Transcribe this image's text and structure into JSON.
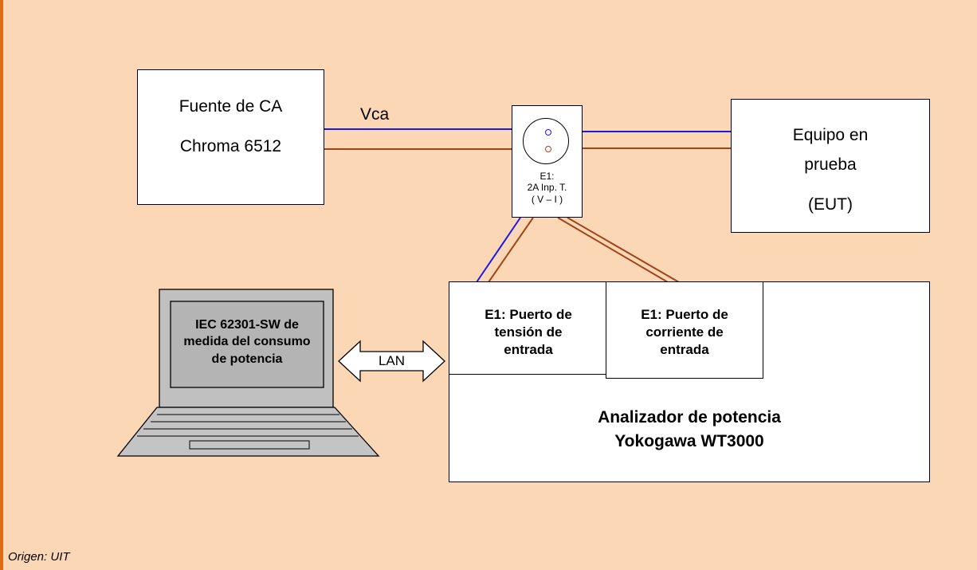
{
  "source": {
    "line1": "Fuente de CA",
    "line2": "Chroma 6512"
  },
  "vca_label": "Vca",
  "eut": {
    "line1": "Equipo en",
    "line2": "prueba",
    "line3": "(EUT)"
  },
  "sensor": {
    "line1": "E1:",
    "line2": "2A Inp. T.",
    "line3": "( V – I )"
  },
  "ports": {
    "voltage": {
      "line1": "E1: Puerto de",
      "line2": "tensión de",
      "line3": "entrada"
    },
    "current": {
      "line1": "E1: Puerto de",
      "line2": "corriente de",
      "line3": "entrada"
    }
  },
  "analyzer": {
    "line1": "Analizador de potencia",
    "line2": "Yokogawa WT3000"
  },
  "laptop_screen": {
    "line1": "IEC 62301-SW de",
    "line2": "medida del consumo",
    "line3": "de potencia"
  },
  "lan_label": "LAN",
  "footer": {
    "origin": "Origen: UIT"
  },
  "colors": {
    "background": "#fbd7b6",
    "accent_bar": "#e06c18",
    "wire_blue": "#1a1ae6",
    "wire_brown": "#a0441a"
  }
}
